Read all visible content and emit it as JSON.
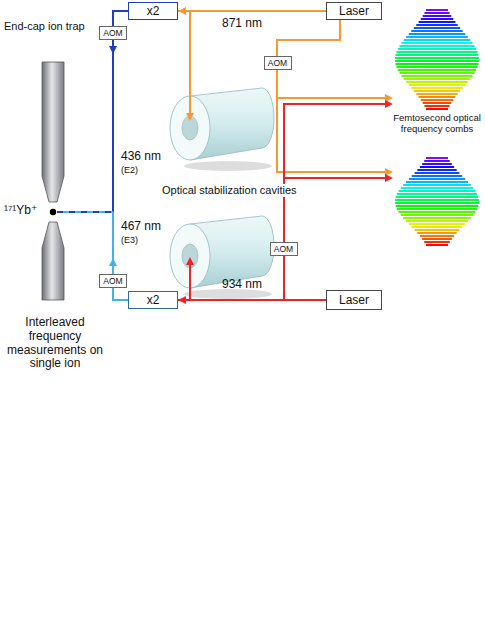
{
  "diagram": {
    "nodes": [
      {
        "text": [
          "x2"
        ]
      },
      {
        "text": [
          "Laser"
        ]
      },
      {
        "text": [
          "AOM"
        ]
      },
      {
        "text": [
          "AOM"
        ]
      },
      {
        "text": [
          "AOM"
        ]
      },
      {
        "text": [
          "AOM"
        ]
      },
      {
        "text": [
          "x2"
        ]
      },
      {
        "text": [
          "Laser"
        ]
      }
    ],
    "edges": [
      {
        "from": 1,
        "to": 0,
        "arrow": "to"
      },
      {
        "from": 0,
        "to": 2,
        "arrow": "none"
      },
      {
        "from": 1,
        "to": 3,
        "arrow": "none"
      },
      {
        "from": 7,
        "to": 4,
        "arrow": "none"
      },
      {
        "from": 7,
        "to": 6,
        "arrow": "to"
      },
      {
        "from": 6,
        "to": 5,
        "arrow": "none"
      }
    ],
    "labels": [
      "871 nm",
      "End-cap ion trap",
      "436 nm",
      "(E2)",
      "Optical stabilization cavities",
      "467 nm",
      "(E3)",
      "¹⁷¹Yb⁺",
      "934 nm",
      "Interleaved frequency measurements on single ion",
      "Femtosecond optical frequency combs"
    ]
  }
}
